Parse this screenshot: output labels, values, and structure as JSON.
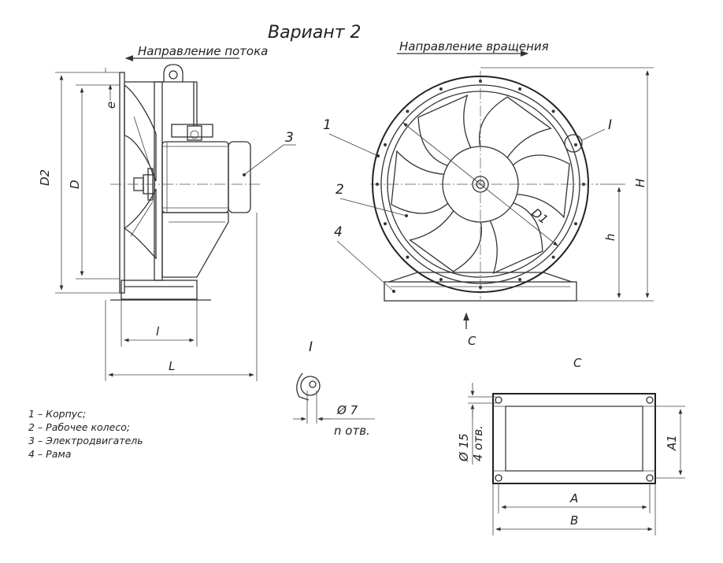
{
  "title": "Вариант 2",
  "flow_direction": "Направление потока",
  "rotation_direction": "Направление вращения",
  "dims": {
    "D2": "D2",
    "D": "D",
    "e": "e",
    "l": "l",
    "L": "L",
    "D1": "D1",
    "H": "H",
    "h": "h",
    "A": "A",
    "B": "B",
    "A1": "A1",
    "hole_d7": "Ø 7",
    "n_holes": "n отв.",
    "hole_d15": "Ø 15",
    "four_holes": "4 отв."
  },
  "callouts": {
    "c1": "1",
    "c2": "2",
    "c3": "3",
    "c4": "4"
  },
  "detail_label": "I",
  "detail_label_view": "I",
  "view_c_marker": "C",
  "view_c_title": "C",
  "legend": [
    "1 – Корпус;",
    "2 – Рабочее колесо;",
    "3 – Электродвигатель",
    "4 – Рама"
  ],
  "colors": {
    "line": "#333333",
    "background": "#ffffff"
  }
}
